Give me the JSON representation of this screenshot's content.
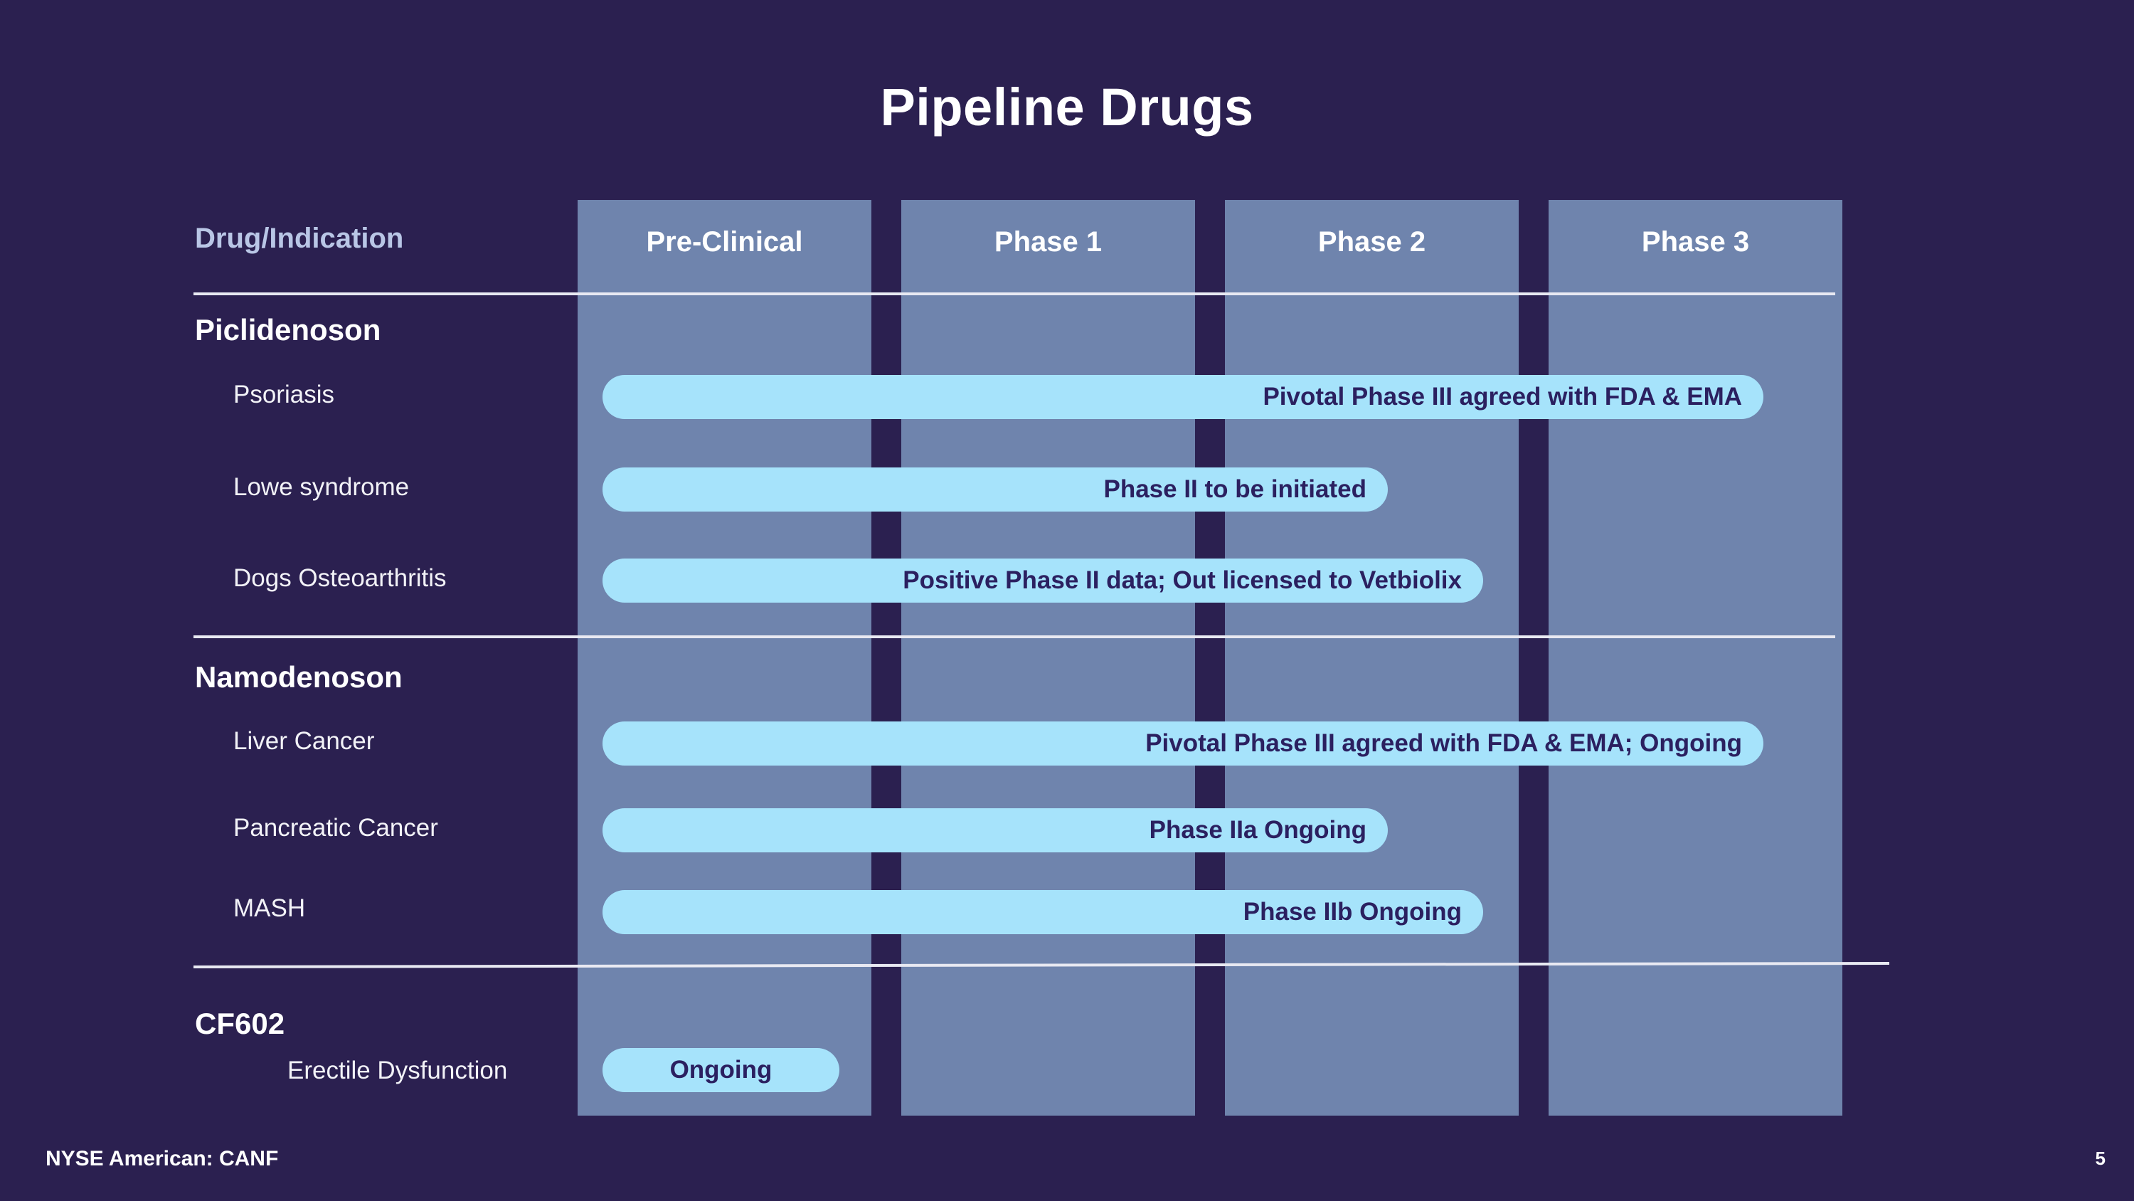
{
  "slide": {
    "title": "Pipeline Drugs",
    "background_color": "#2b2050",
    "band_color": "#6f84ad",
    "bar_color": "#a6e3fb",
    "bar_text_color": "#2b2060"
  },
  "table": {
    "row_header": "Drug/Indication",
    "row_header_color": "#b9c6e6",
    "columns": [
      {
        "label": "Pre-Clinical"
      },
      {
        "label": "Phase 1"
      },
      {
        "label": "Phase 2"
      },
      {
        "label": "Phase 3"
      }
    ]
  },
  "groups": [
    {
      "name": "Piclidenoson",
      "rows": [
        {
          "indication": "Psoriasis",
          "status": "Pivotal Phase III agreed with FDA & EMA"
        },
        {
          "indication": "Lowe syndrome",
          "status": "Phase II to be initiated"
        },
        {
          "indication": "Dogs Osteoarthritis",
          "status": "Positive Phase II data; Out licensed to Vetbiolix"
        }
      ]
    },
    {
      "name": "Namodenoson",
      "rows": [
        {
          "indication": "Liver Cancer",
          "status": "Pivotal Phase III agreed with FDA & EMA; Ongoing"
        },
        {
          "indication": "Pancreatic Cancer",
          "status": "Phase IIa Ongoing"
        },
        {
          "indication": "MASH",
          "status": "Phase IIb Ongoing"
        }
      ]
    },
    {
      "name": "CF602",
      "rows": [
        {
          "indication": "Erectile Dysfunction",
          "status": "Ongoing"
        }
      ]
    }
  ],
  "footer": {
    "listing": "NYSE American: CANF",
    "page_number": "5"
  },
  "chart_data": {
    "type": "bar",
    "title": "Pipeline Drugs",
    "categories": [
      "Pre-Clinical",
      "Phase 1",
      "Phase 2",
      "Phase 3"
    ],
    "xlabel": "Drug/Indication",
    "ylabel": "",
    "grid": false,
    "legend": "none",
    "series": [
      {
        "name": "Piclidenoson / Psoriasis",
        "progress_phase_end": 3.7,
        "label": "Pivotal Phase III agreed with FDA & EMA"
      },
      {
        "name": "Piclidenoson / Lowe syndrome",
        "progress_phase_end": 2.5,
        "label": "Phase II to be initiated"
      },
      {
        "name": "Piclidenoson / Dogs Osteoarthritis",
        "progress_phase_end": 2.8,
        "label": "Positive Phase II data; Out licensed to Vetbiolix"
      },
      {
        "name": "Namodenoson / Liver Cancer",
        "progress_phase_end": 3.7,
        "label": "Pivotal Phase III agreed with FDA & EMA; Ongoing"
      },
      {
        "name": "Namodenoson / Pancreatic Cancer",
        "progress_phase_end": 2.5,
        "label": "Phase IIa Ongoing"
      },
      {
        "name": "Namodenoson / MASH",
        "progress_phase_end": 2.8,
        "label": "Phase IIb Ongoing"
      },
      {
        "name": "CF602 / Erectile Dysfunction",
        "progress_phase_end": 1.0,
        "label": "Ongoing"
      }
    ]
  }
}
